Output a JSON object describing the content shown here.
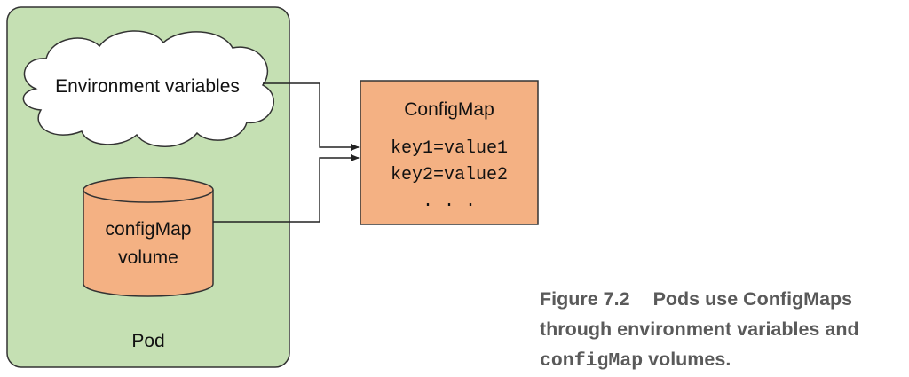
{
  "pod": {
    "label": "Pod",
    "fill": "#c5e0b3",
    "stroke": "#333333"
  },
  "env_cloud": {
    "label": "Environment variables"
  },
  "volume": {
    "line1": "configMap",
    "line2": "volume",
    "fill": "#f4b183"
  },
  "configmap": {
    "title": "ConfigMap",
    "entries": [
      "key1=value1",
      "key2=value2",
      ". . ."
    ],
    "fill": "#f4b183"
  },
  "caption": {
    "number": "Figure 7.2",
    "text_line1": "Pods use ConfigMaps",
    "text_line2": "through environment variables and",
    "code": "configMap",
    "text_line3_end": " volumes."
  }
}
